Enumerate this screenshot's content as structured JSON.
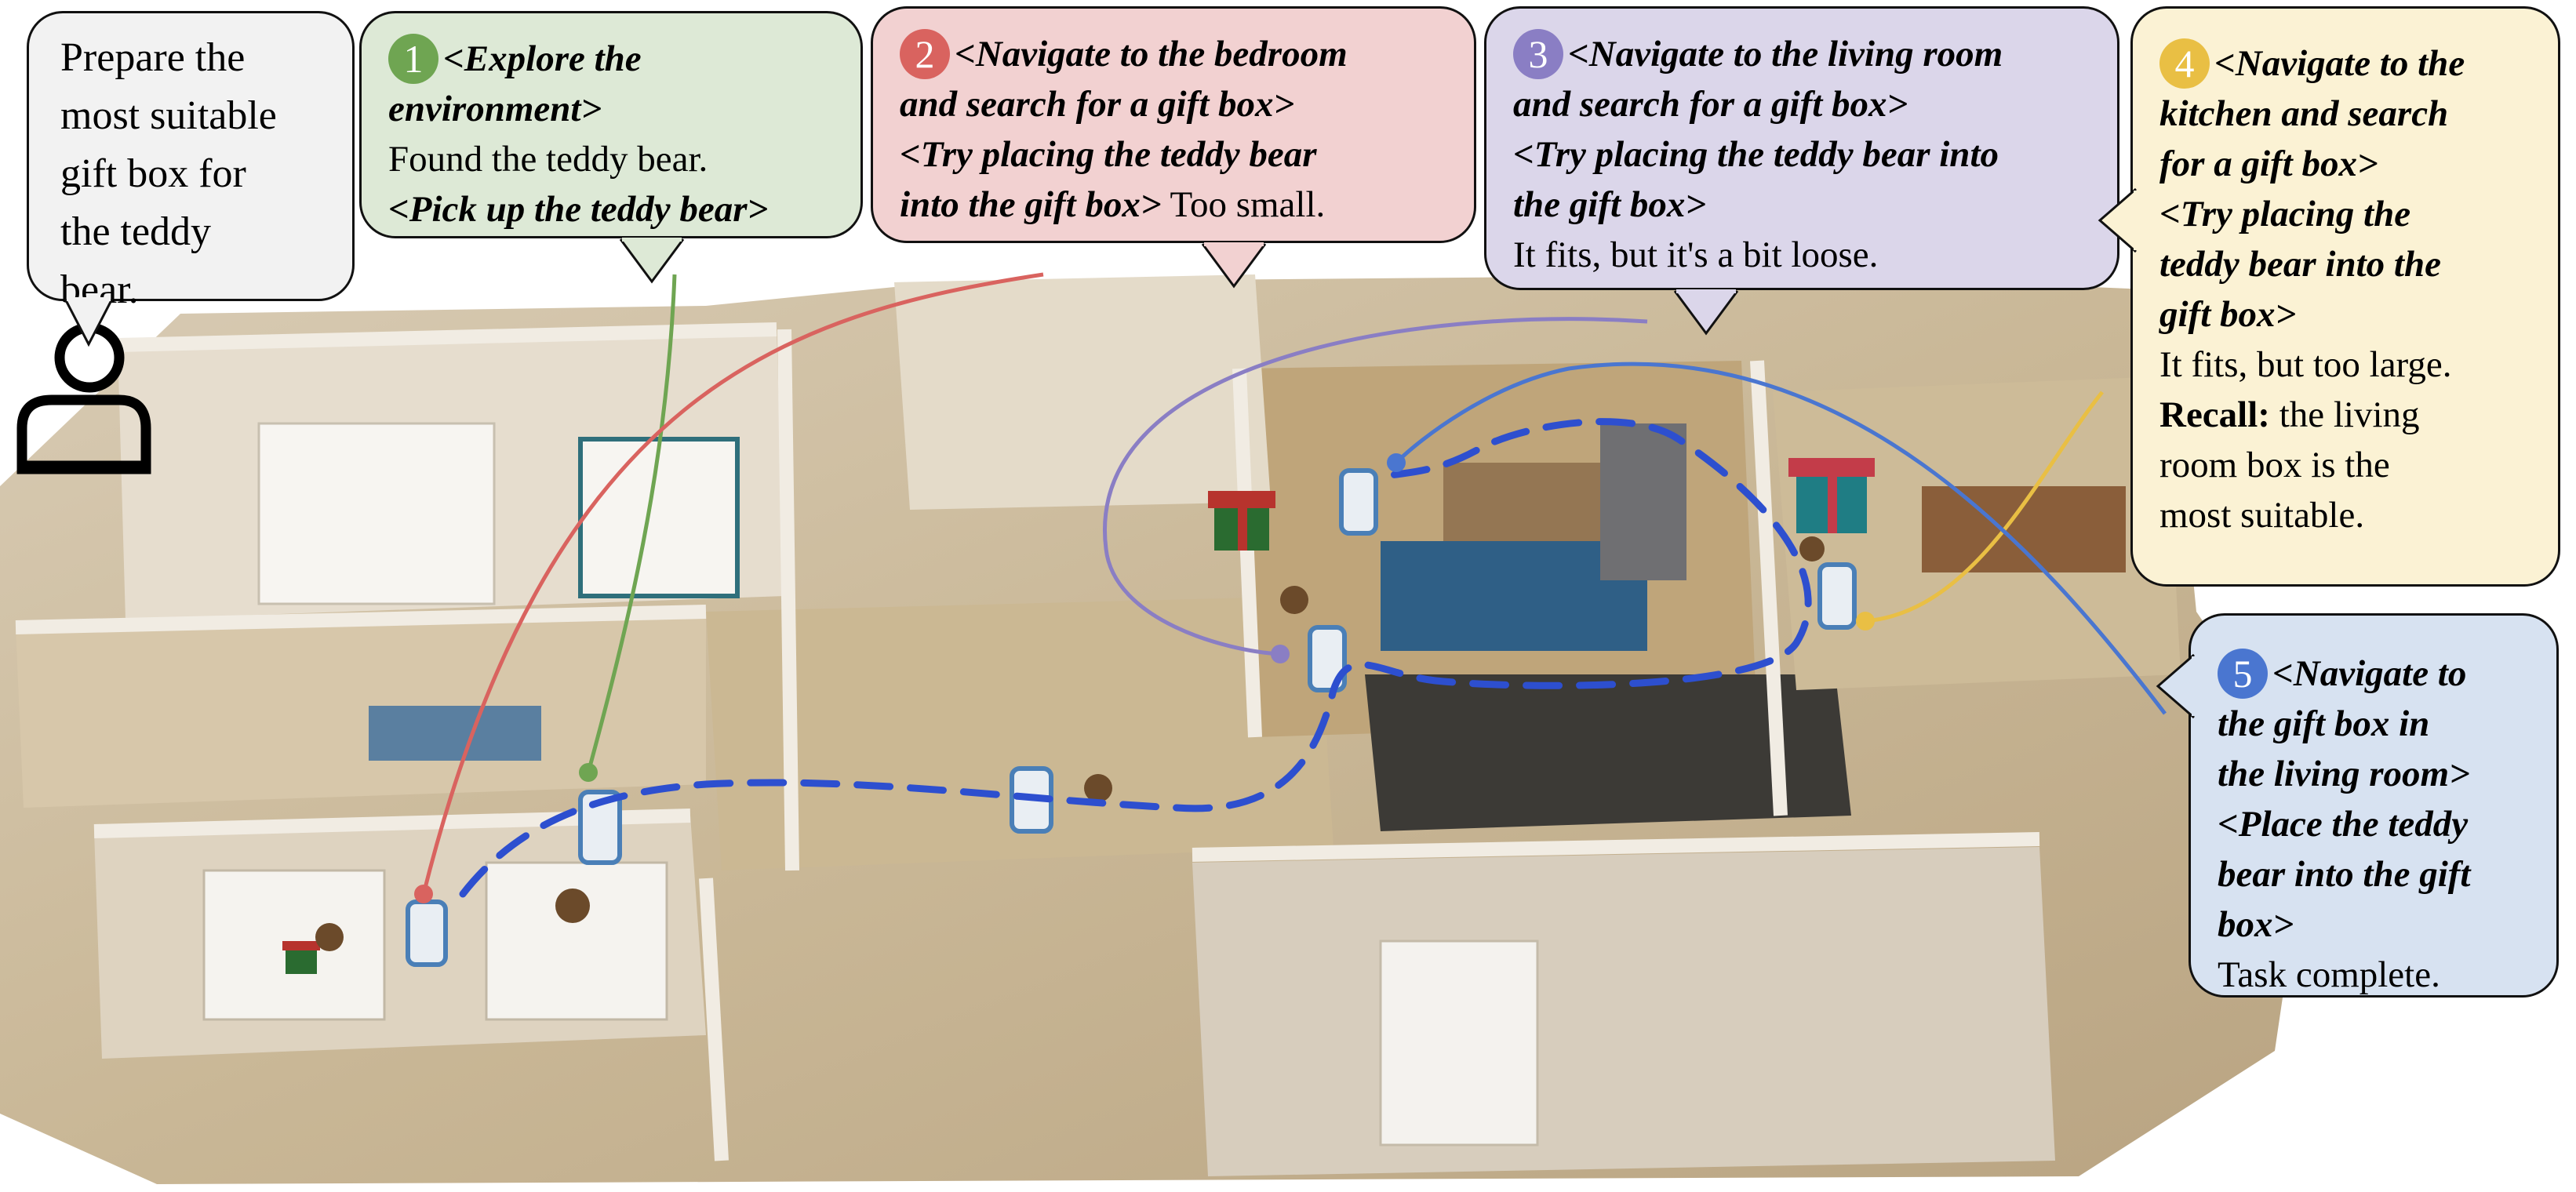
{
  "instruction": {
    "lines": [
      "Prepare the",
      "most suitable",
      "gift box for",
      "the teddy",
      "bear."
    ]
  },
  "icons": {
    "user": "person-icon"
  },
  "colors": {
    "step1": "#6fa552",
    "step2": "#d9635f",
    "step3": "#8a7ec4",
    "step4": "#e9bf44",
    "step5": "#4a76d0",
    "path": "#2d4fcf"
  },
  "steps": [
    {
      "number": "1",
      "lines": [
        {
          "t": "act",
          "text": "<Explore the"
        },
        {
          "t": "act",
          "text": "environment>"
        },
        {
          "t": "plain",
          "text": "Found the teddy bear."
        },
        {
          "t": "act",
          "text": "<Pick up the teddy bear>"
        }
      ]
    },
    {
      "number": "2",
      "lines": [
        {
          "t": "act",
          "text": "<Navigate to the bedroom"
        },
        {
          "t": "act",
          "text": "and search for a gift box>"
        },
        {
          "t": "act",
          "text": "<Try placing the teddy bear"
        },
        {
          "t": "act",
          "text": "into the gift box>",
          "tail": " Too small."
        }
      ]
    },
    {
      "number": "3",
      "lines": [
        {
          "t": "act",
          "text": "<Navigate to the living room"
        },
        {
          "t": "act",
          "text": "and search for a gift box>"
        },
        {
          "t": "act",
          "text": "<Try placing the teddy bear into"
        },
        {
          "t": "act",
          "text": "the gift box>"
        },
        {
          "t": "plain",
          "text": "It fits, but it's a bit loose."
        }
      ]
    },
    {
      "number": "4",
      "lines": [
        {
          "t": "act",
          "text": "<Navigate to the"
        },
        {
          "t": "act",
          "text": "kitchen and search"
        },
        {
          "t": "act",
          "text": "for a gift box>"
        },
        {
          "t": "act",
          "text": "<Try placing the"
        },
        {
          "t": "act",
          "text": "teddy bear into the"
        },
        {
          "t": "act",
          "text": "gift box>"
        },
        {
          "t": "plain",
          "text": "It fits, but too large."
        },
        {
          "t": "recall",
          "label": "Recall:",
          "text": " the living"
        },
        {
          "t": "plain",
          "text": "room box is the"
        },
        {
          "t": "plain",
          "text": "most suitable."
        }
      ]
    },
    {
      "number": "5",
      "lines": [
        {
          "t": "act",
          "text": "<Navigate to"
        },
        {
          "t": "act",
          "text": "the gift box in"
        },
        {
          "t": "act",
          "text": "the living room>"
        },
        {
          "t": "act",
          "text": "<Place the teddy"
        },
        {
          "t": "act",
          "text": "bear into the gift"
        },
        {
          "t": "act",
          "text": "box>"
        },
        {
          "t": "plain",
          "text": "Task complete."
        }
      ]
    }
  ]
}
